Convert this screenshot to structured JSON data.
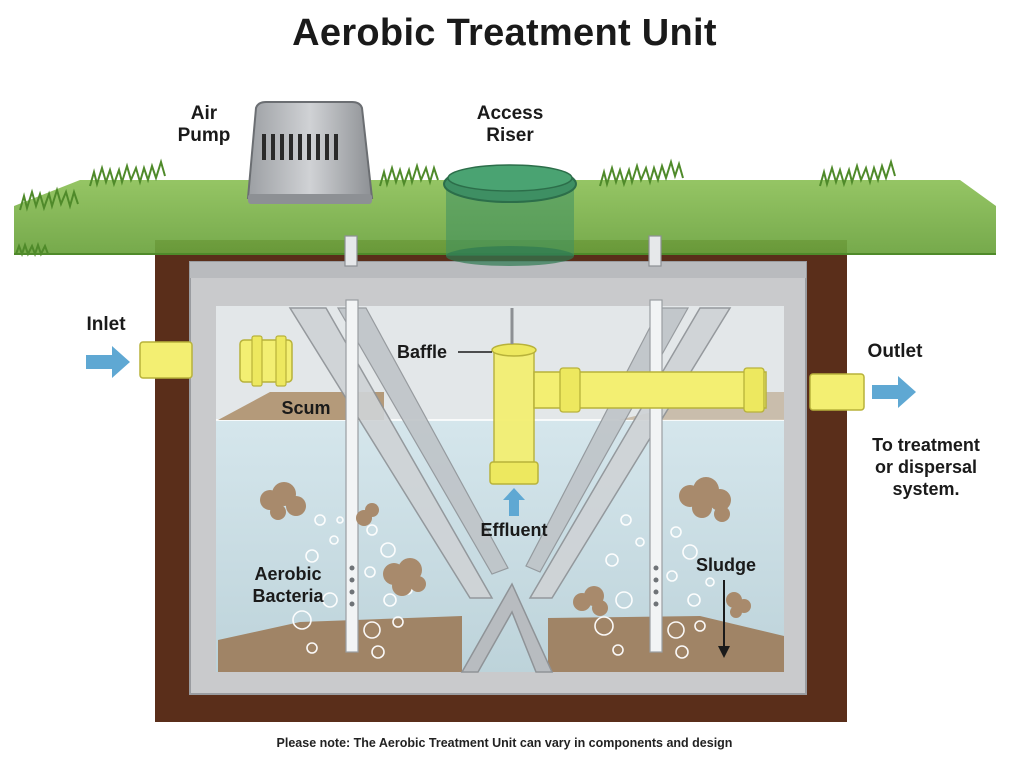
{
  "title": "Aerobic Treatment Unit",
  "labels": {
    "air_pump": [
      "Air",
      "Pump"
    ],
    "access_riser": [
      "Access",
      "Riser"
    ],
    "inlet": "Inlet",
    "outlet": "Outlet",
    "baffle": "Baffle",
    "scum": "Scum",
    "effluent": "Effluent",
    "sludge": "Sludge",
    "aerobic_bacteria": [
      "Aerobic",
      "Bacteria"
    ],
    "outlet_destination": [
      "To treatment",
      "or dispersal",
      "system."
    ]
  },
  "note": "Please note: The Aerobic Treatment Unit can vary in components and design",
  "colors": {
    "grass": "#7fb24a",
    "grass_dark": "#4f8a2a",
    "soil": "#5a2e1a",
    "concrete": "#c9cacc",
    "water": "#cfe0e6",
    "pipe": "#f3ef72",
    "arrow": "#5fa8d3",
    "riser": "#3e8f63",
    "sludge": "#a08466"
  }
}
